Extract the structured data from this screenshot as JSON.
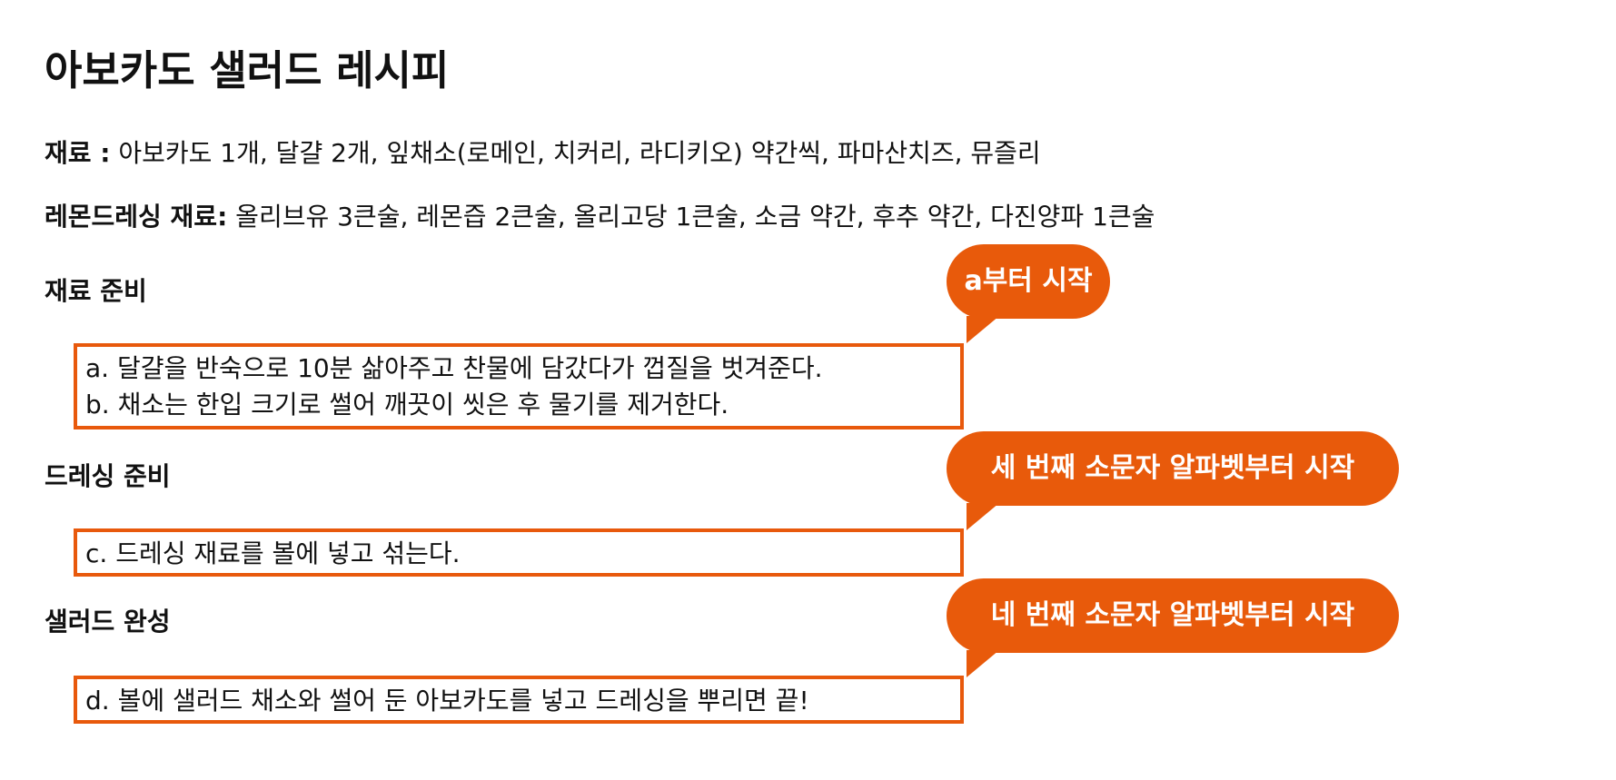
{
  "title": "아보카도 샐러드 레시피",
  "ingredients": {
    "label": "재료 :",
    "text": " 아보카도 1개, 달걀 2개, 잎채소(로메인, 치커리, 라디키오) 약간씩, 파마산치즈, 뮤즐리"
  },
  "dressing_ingredients": {
    "label": "레몬드레싱 재료:",
    "text": " 올리브유 3큰술, 레몬즙 2큰술, 올리고당 1큰술, 소금 약간, 후추 약간, 다진양파 1큰술"
  },
  "sections": [
    {
      "heading": "재료 준비",
      "steps": [
        "a. 달걀을 반숙으로 10분 삶아주고 찬물에 담갔다가 껍질을 벗겨준다.",
        "b. 채소는 한입 크기로 썰어 깨끗이 씻은 후 물기를 제거한다."
      ],
      "callout": "a부터 시작"
    },
    {
      "heading": "드레싱 준비",
      "steps": [
        "c. 드레싱 재료를 볼에 넣고 섞는다."
      ],
      "callout": "세 번째 소문자 알파벳부터 시작"
    },
    {
      "heading": "샐러드 완성",
      "steps": [
        "d. 볼에 샐러드 채소와 썰어 둔 아보카도를 넣고 드레싱을 뿌리면 끝!"
      ],
      "callout": "네 번째 소문자 알파벳부터 시작"
    }
  ],
  "colors": {
    "accent": "#e8590c",
    "text": "#111111"
  }
}
